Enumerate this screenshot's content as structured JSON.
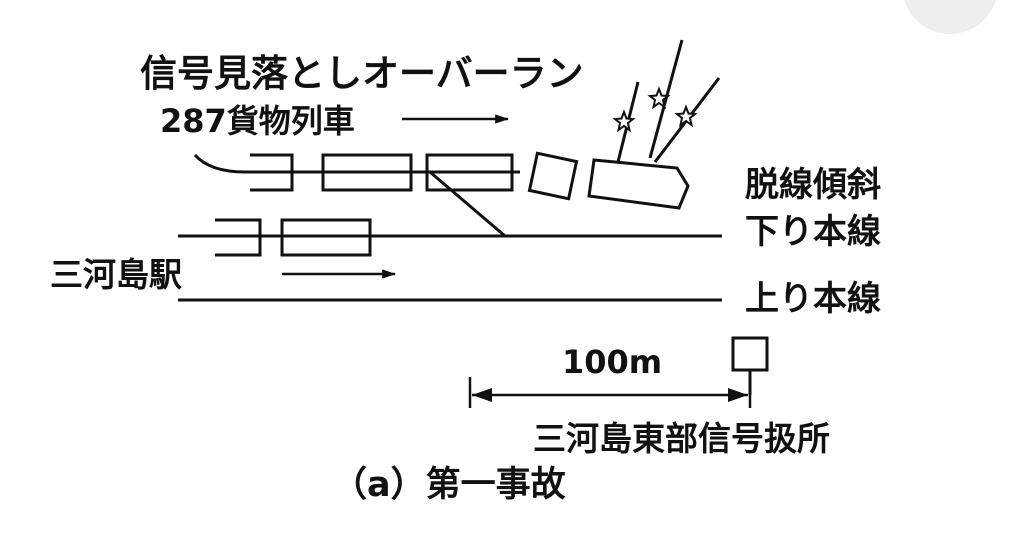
{
  "labels": {
    "overrun": "信号見落としオーバーラン",
    "train": "287貨物列車",
    "station": "三河島駅",
    "derail": "脱線傾斜",
    "down_line": "下り本線",
    "up_line": "上り本線",
    "distance": "100m",
    "signal_box": "三河島東部信号扱所",
    "caption": "（a）第一事故"
  },
  "colors": {
    "ink": "#111111",
    "background": "#ffffff",
    "corner": "#eeeeee"
  }
}
